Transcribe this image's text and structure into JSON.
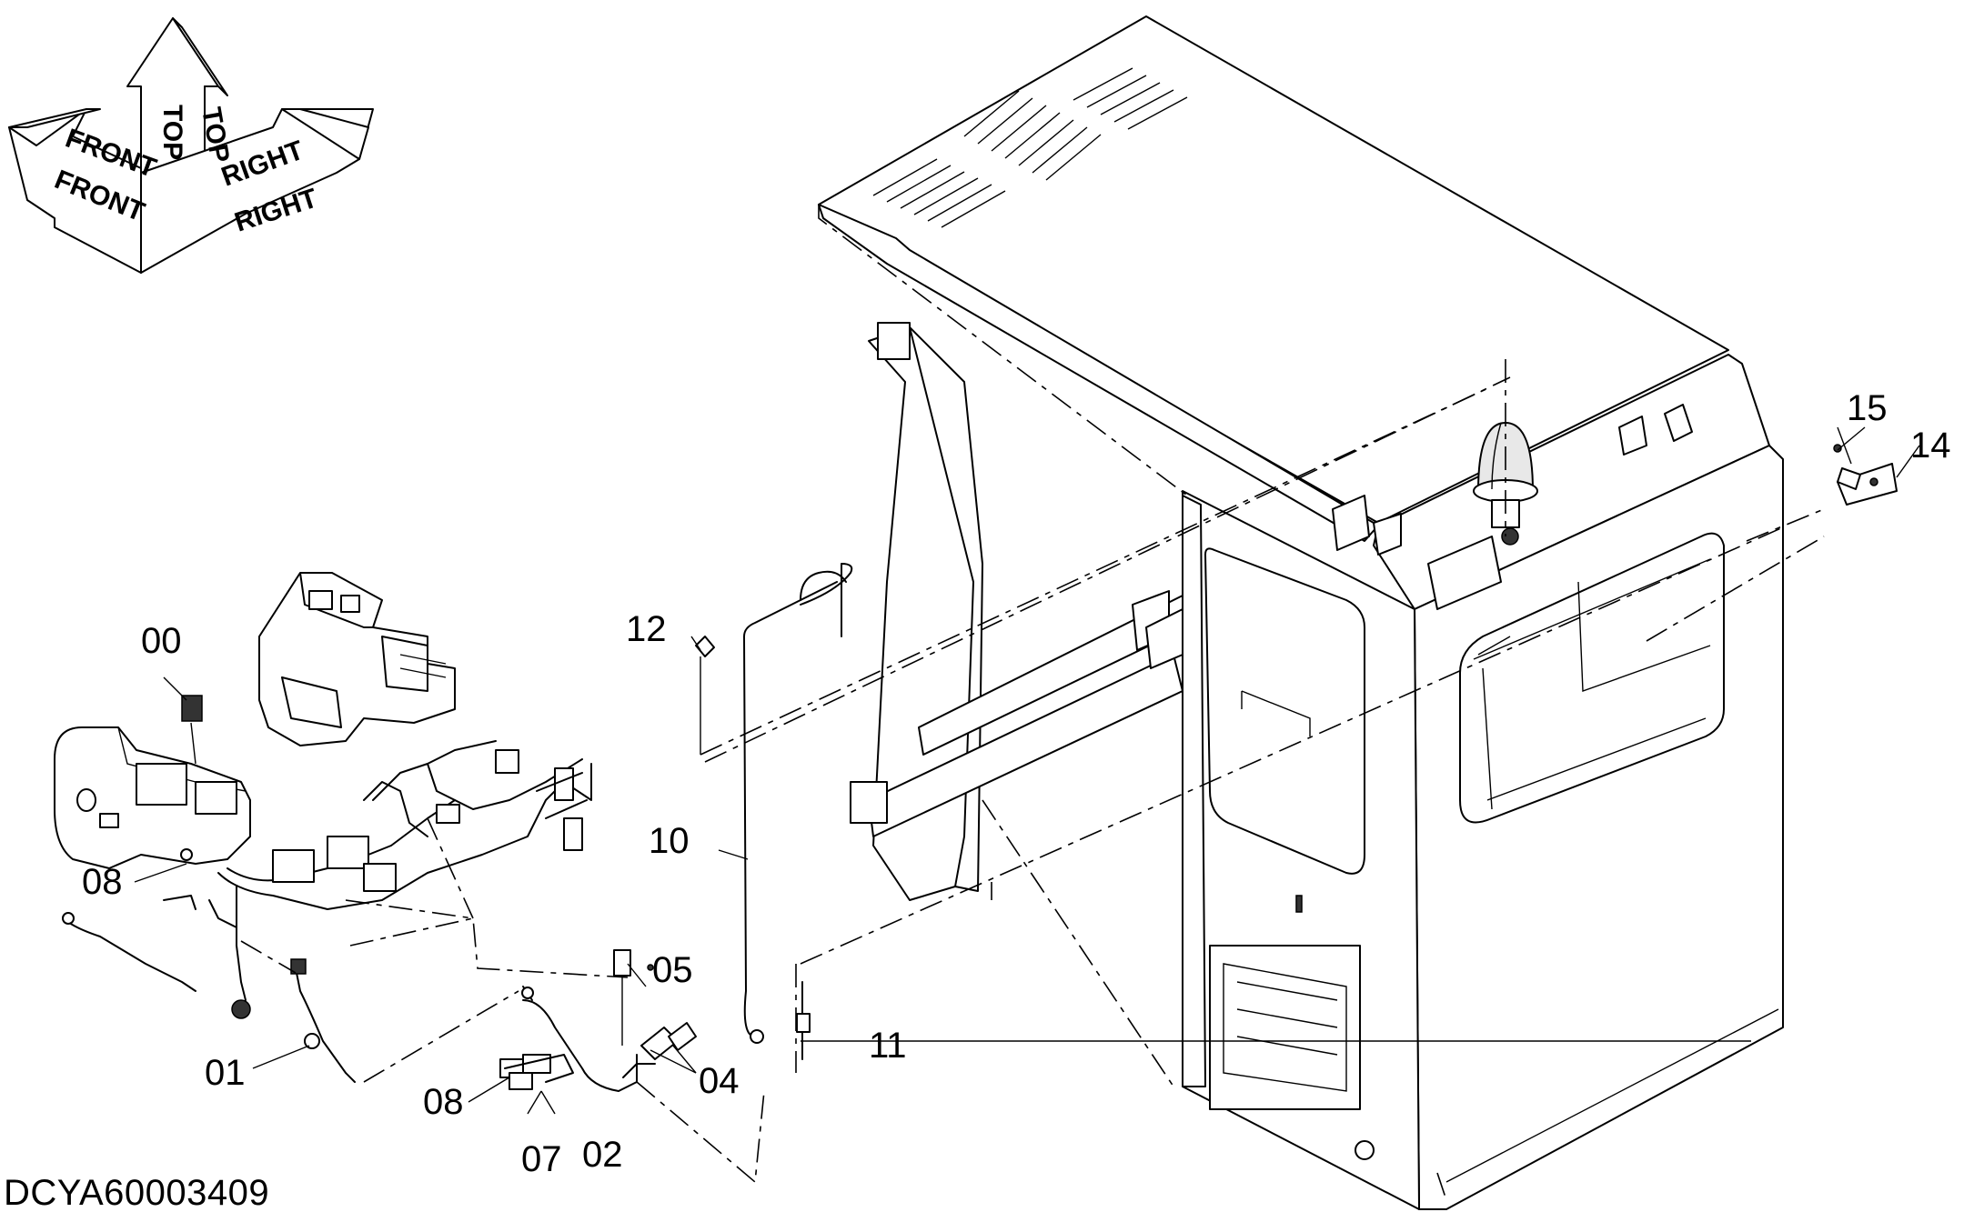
{
  "orientation": {
    "top_label": "TOP",
    "front_label": "FRONT",
    "right_label": "RIGHT"
  },
  "callouts": {
    "c00": "00",
    "c01": "01",
    "c02": "02",
    "c04": "04",
    "c05": "05",
    "c07": "07",
    "c08a": "08",
    "c08b": "08",
    "c10": "10",
    "c11": "11",
    "c12": "12",
    "c14": "14",
    "c15": "15"
  },
  "document_id": "DCYA60003409"
}
